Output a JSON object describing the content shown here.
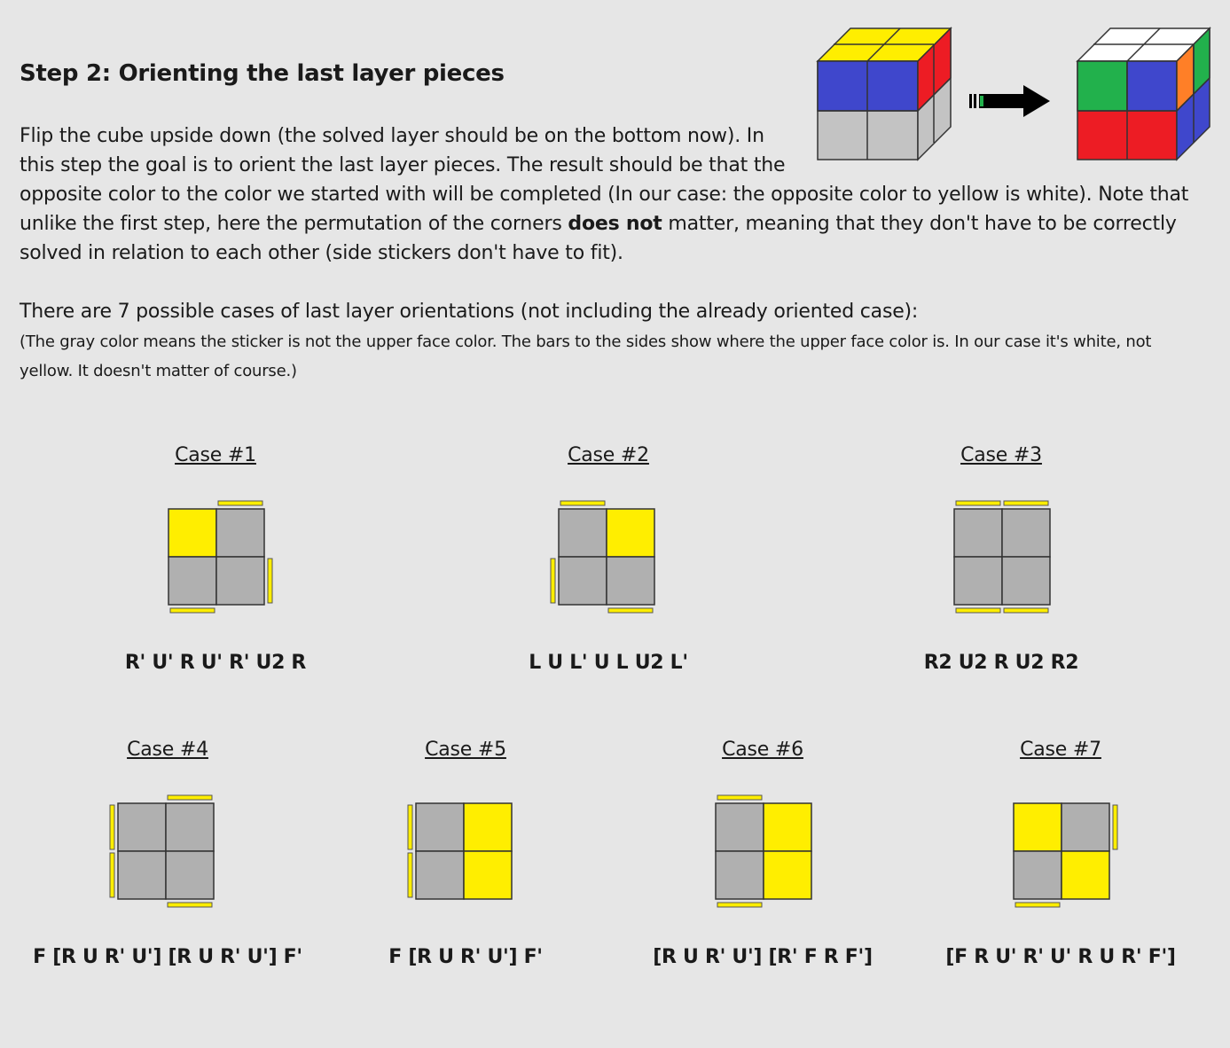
{
  "title": "Step 2: Orienting the last layer pieces",
  "intro": {
    "line1": "Flip the cube upside down (the solved layer should be on the bottom now). In",
    "line2": "this step the goal is to orient the last layer pieces. The result should be that the",
    "line3": "opposite color to the color we started with will be completed (In our case: the opposite color to yellow is white). Note that",
    "line4_pre": "unlike the first step, here the permutation of the corners ",
    "line4_bold": "does not",
    "line4_post": " matter, meaning that they don't have to be correctly",
    "line5": "solved in relation to each other (side stickers don't have to fit)."
  },
  "cases_intro": "There are 7 possible cases of last layer orientations (not including the already oriented case):",
  "note": {
    "line1": "(The gray color means the sticker is not the upper face color. The bars to the sides show where the upper face color is. In our case it's white, not",
    "line2": "yellow. It doesn't matter of course.)"
  },
  "colors": {
    "background": "#e6e6e6",
    "yellow": "#ffee00",
    "gray": "#b0b0b0",
    "blue": "#3f47cc",
    "white": "#ffffff",
    "green": "#22b14c",
    "red": "#ed1c24",
    "orange": "#ff7f27",
    "light_gray": "#c3c3c3"
  },
  "cases": [
    {
      "label": "Case #1",
      "alg": "R' U' R U' R' U2 R",
      "stickers": [
        "yellow",
        "gray",
        "gray",
        "gray"
      ],
      "bars": [
        "top-right",
        "right-bottom",
        "bottom-left"
      ]
    },
    {
      "label": "Case #2",
      "alg": "L U L' U L U2 L'",
      "stickers": [
        "gray",
        "yellow",
        "gray",
        "gray"
      ],
      "bars": [
        "top-left",
        "left-bottom",
        "bottom-right"
      ]
    },
    {
      "label": "Case #3",
      "alg": "R2 U2 R U2 R2",
      "stickers": [
        "gray",
        "gray",
        "gray",
        "gray"
      ],
      "bars": [
        "top-left",
        "top-right",
        "bottom-left",
        "bottom-right"
      ]
    },
    {
      "label": "Case #4",
      "alg": "F [R U R' U'] [R U R' U'] F'",
      "stickers": [
        "gray",
        "gray",
        "gray",
        "gray"
      ],
      "bars": [
        "top-right",
        "left-top",
        "left-bottom",
        "bottom-right"
      ]
    },
    {
      "label": "Case #5",
      "alg": "F [R U R' U'] F'",
      "stickers": [
        "gray",
        "yellow",
        "gray",
        "yellow"
      ],
      "bars": [
        "left-top",
        "left-bottom"
      ]
    },
    {
      "label": "Case #6",
      "alg": "[R U R' U'] [R' F R F']",
      "stickers": [
        "gray",
        "yellow",
        "gray",
        "yellow"
      ],
      "bars": [
        "top-left",
        "bottom-left"
      ]
    },
    {
      "label": "Case #7",
      "alg": "[F R U' R' U' R U R' F']",
      "stickers": [
        "yellow",
        "gray",
        "gray",
        "yellow"
      ],
      "bars": [
        "right-top",
        "bottom-left"
      ]
    }
  ]
}
